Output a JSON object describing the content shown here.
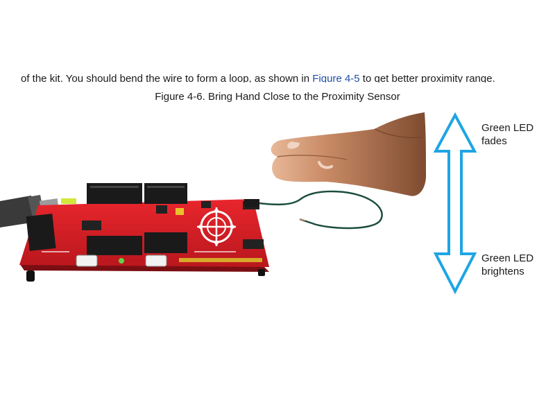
{
  "document": {
    "body_line": {
      "before": "of the kit. You should bend the wire to form a loop, as shown in ",
      "link": "Figure 4-5",
      "after": " to get better proximity range."
    },
    "figure_caption": "Figure 4-6. Bring Hand Close to the Proximity Sensor",
    "labels": {
      "top": "Green LED\nfades",
      "bottom": "Green LED\nbrightens"
    }
  },
  "colors": {
    "arrow": "#1ea5e4",
    "board": "#d81f26",
    "link": "#1f4fa8"
  },
  "icons": {
    "double_arrow": "double-arrow-icon",
    "proximity_logo": "crosshair-logo-icon"
  }
}
